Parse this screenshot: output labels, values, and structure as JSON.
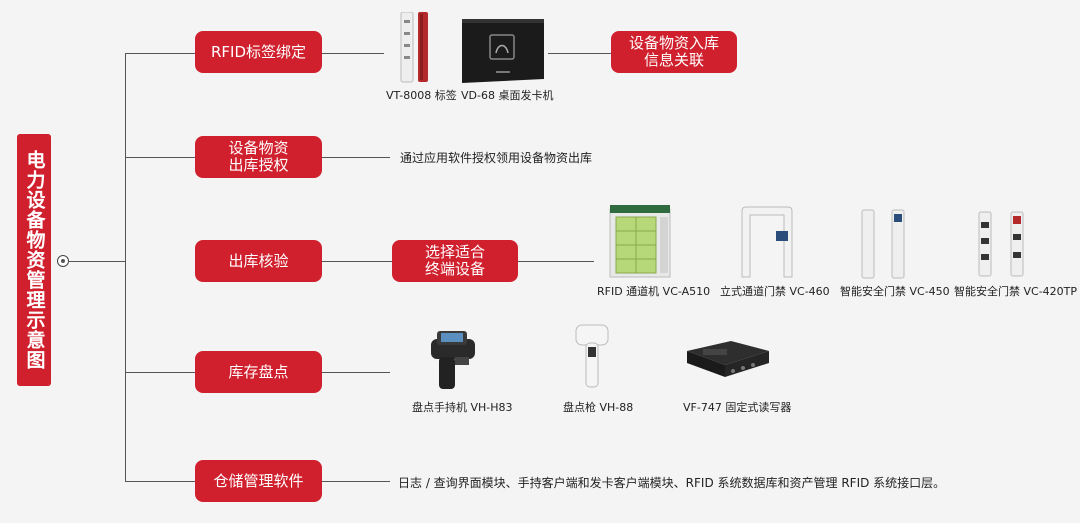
{
  "title": "电力设备物资管理示意图",
  "branches": [
    {
      "label": "RFID标签绑定",
      "sub_node": "设备物资入库\n信息关联",
      "devices": [
        "VT-8008 标签",
        "VD-68 桌面发卡机"
      ]
    },
    {
      "label": "设备物资\n出库授权",
      "note": "通过应用软件授权领用设备物资出库"
    },
    {
      "label": "出库核验",
      "sub_node": "选择适合\n终端设备",
      "devices": [
        "RFID 通道机 VC-A510",
        "立式通道门禁 VC-460",
        "智能安全门禁 VC-450",
        "智能安全门禁 VC-420TP"
      ]
    },
    {
      "label": "库存盘点",
      "devices": [
        "盘点手持机 VH-H83",
        "盘点枪 VH-88",
        "VF-747 固定式读写器"
      ]
    },
    {
      "label": "仓储管理软件",
      "note": "日志 / 查询界面模块、手持客户端和发卡客户端模块、RFID 系统数据库和资产管理 RFID 系统接口层。"
    }
  ],
  "colors": {
    "accent": "#d0202e",
    "line": "#555555",
    "background": "#f4f4f4"
  }
}
